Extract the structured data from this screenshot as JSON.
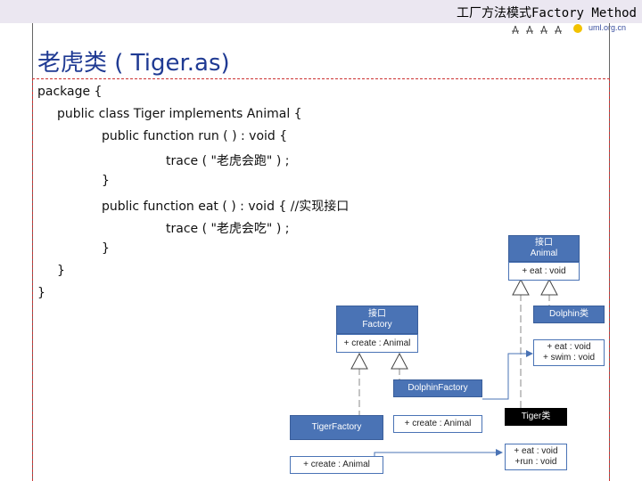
{
  "header": {
    "title": "工厂方法模式Factory Method"
  },
  "logo": {
    "url": "uml.org.cn"
  },
  "slide": {
    "title": "老虎类 ( Tiger.as)"
  },
  "code": {
    "lines": [
      "package {",
      "public class Tiger implements Animal {",
      "public function run ( ) : void {",
      "trace ( \"老虎会跑\" ) ;",
      "}",
      "public function eat ( ) : void { //实现接口",
      "trace ( \"老虎会吃\" ) ;",
      "}",
      "}",
      "}"
    ]
  },
  "diagram": {
    "animal": {
      "stereotype": "接口",
      "name": "Animal",
      "ops": [
        "+ eat : void"
      ]
    },
    "factory": {
      "stereotype": "接口",
      "name": "Factory",
      "ops": [
        "+ create : Animal"
      ]
    },
    "dolphin": {
      "name": "Dolphin类",
      "ops": [
        "+ eat : void",
        "+ swim : void"
      ]
    },
    "dolphin_factory": {
      "name": "DolphinFactory",
      "ops": [
        "+ create : Animal"
      ]
    },
    "tiger_factory": {
      "name": "TigerFactory",
      "ops": [
        "+ create : Animal"
      ]
    },
    "tiger": {
      "name": "Tiger类",
      "ops": [
        "+ eat : void",
        "+run : void"
      ]
    }
  },
  "colors": {
    "title": "#1f3a93",
    "uml_header": "#4a73b5",
    "dashed_border": "#cc3333",
    "header_bar": "#ebe7f1"
  }
}
